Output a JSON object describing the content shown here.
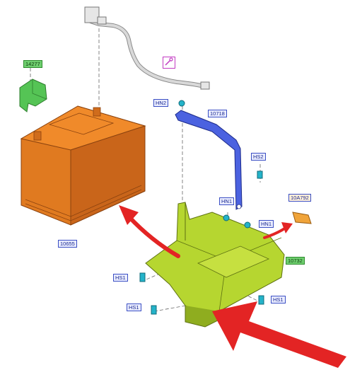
{
  "labels": {
    "battery_cover": "14277",
    "battery": "10655",
    "hold_down_bracket": "10718",
    "tray": "10732",
    "fuse_holder": "10A792",
    "hn2": "HN2",
    "hs2": "HS2",
    "hn1_upper": "HN1",
    "hn1_right": "HN1",
    "hs1_left_a": "HS1",
    "hs1_left_b": "HS1",
    "hs1_right": "HS1"
  },
  "colors": {
    "battery": "#e07a20",
    "battery_dark": "#b8591a",
    "cover": "#55c455",
    "tray": "#b6d630",
    "tray_dark": "#8fad1f",
    "bracket": "#4257d8",
    "bolt": "#24b3c9",
    "arrow": "#e32424",
    "fuse": "#f0a43a",
    "cable": "#c8c8c8"
  },
  "icons": [
    "connector-icon"
  ]
}
